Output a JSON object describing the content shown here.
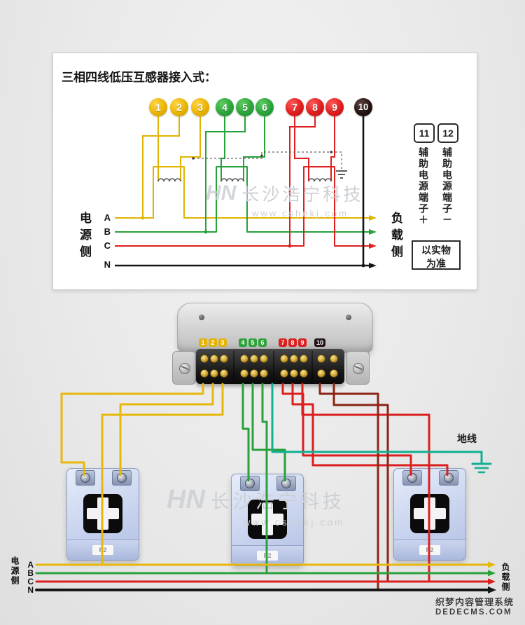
{
  "colors": {
    "yellow": "#e0b400",
    "green": "#27a23a",
    "red": "#e01f1f",
    "black": "#151515",
    "teal": "#12b091",
    "maroon": "#8c2316"
  },
  "top_panel": {
    "title": "三相四线低压互感器接入式：",
    "source_label": "电源侧",
    "load_label": "负载侧",
    "phases": [
      "A",
      "B",
      "C",
      "N"
    ],
    "terminals": [
      {
        "n": "1",
        "color": "#e9b400"
      },
      {
        "n": "2",
        "color": "#e9b400"
      },
      {
        "n": "3",
        "color": "#e9b400"
      },
      {
        "n": "4",
        "color": "#2ca53c"
      },
      {
        "n": "5",
        "color": "#2ca53c"
      },
      {
        "n": "6",
        "color": "#2ca53c"
      },
      {
        "n": "7",
        "color": "#e01d1d"
      },
      {
        "n": "8",
        "color": "#e01d1d"
      },
      {
        "n": "9",
        "color": "#e01d1d"
      },
      {
        "n": "10",
        "color": "#241312"
      }
    ],
    "aux": {
      "t11": "11",
      "t12": "12",
      "label_plus": "辅助电源端子＋",
      "label_minus": "辅助电源端子－",
      "note": "以实物为准"
    }
  },
  "bottom": {
    "source_label": "电源侧",
    "load_label": "负载侧",
    "phases": [
      "A",
      "B",
      "C",
      "N"
    ],
    "ground_label": "地线",
    "ct_label": "P2"
  },
  "watermark": {
    "logo": "HN",
    "name": "长沙浩宁科技",
    "url": "www.cshnkj.com"
  },
  "footer": {
    "line1": "织梦内容管理系统",
    "line2": "DEDECMS.COM"
  }
}
